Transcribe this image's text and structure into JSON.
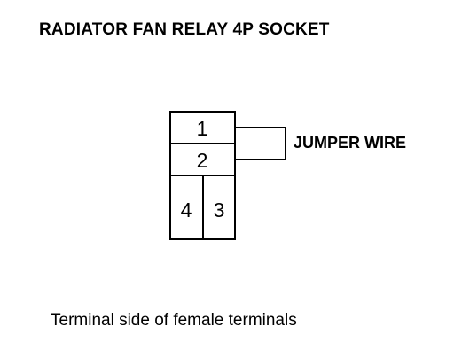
{
  "title": "RADIATOR FAN RELAY 4P SOCKET",
  "caption": "Terminal side of female terminals",
  "jumper_label": "JUMPER WIRE",
  "terminals": [
    {
      "id": "1",
      "label": "1"
    },
    {
      "id": "2",
      "label": "2"
    },
    {
      "id": "4",
      "label": "4"
    },
    {
      "id": "3",
      "label": "3"
    }
  ],
  "colors": {
    "line": "#000000",
    "background": "#ffffff"
  }
}
